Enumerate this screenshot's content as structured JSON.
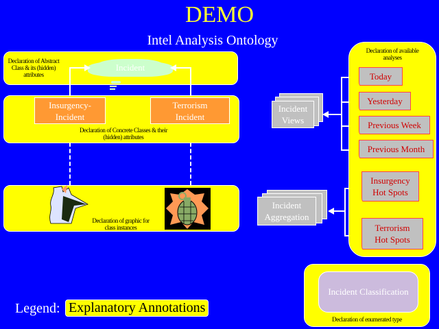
{
  "header": {
    "title": "DEMO",
    "subtitle": "Intel Analysis Ontology"
  },
  "abstract_panel": {
    "note": "Declaration of Abstract Class & its (hidden) attributes",
    "class_name": "Incident"
  },
  "concrete_panel": {
    "classes": [
      "Insurgency-Incident",
      "Terrorism Incident"
    ],
    "note": "Declaration of Concrete Classes & their (hidden) attributes"
  },
  "graphic_panel": {
    "note": "Declaration of graphic for class instances",
    "icons": [
      "explosion-icon",
      "grenade-icon"
    ]
  },
  "analyses_panel": {
    "note": "Declaration of available analyses",
    "views": [
      "Today",
      "Yesterday",
      "Previous Week",
      "Previous Month"
    ],
    "aggregations": [
      "Insurgency Hot Spots",
      "Terrorism Hot Spots"
    ]
  },
  "stacks": {
    "views": "Incident Views",
    "aggregation": "Incident Aggregation"
  },
  "enum_panel": {
    "type_name": "Incident Classification",
    "note": "Declaration of enumerated type"
  },
  "legend": {
    "label": "Legend:",
    "value": "Explanatory Annotations"
  },
  "colors": {
    "background": "#0000ff",
    "annotation": "#ffff00",
    "concrete_class": "#ff9933",
    "abstract_class": "#ccffcc",
    "analysis_doc": "#c0c0c0",
    "enum_type": "#ccbbdd"
  }
}
